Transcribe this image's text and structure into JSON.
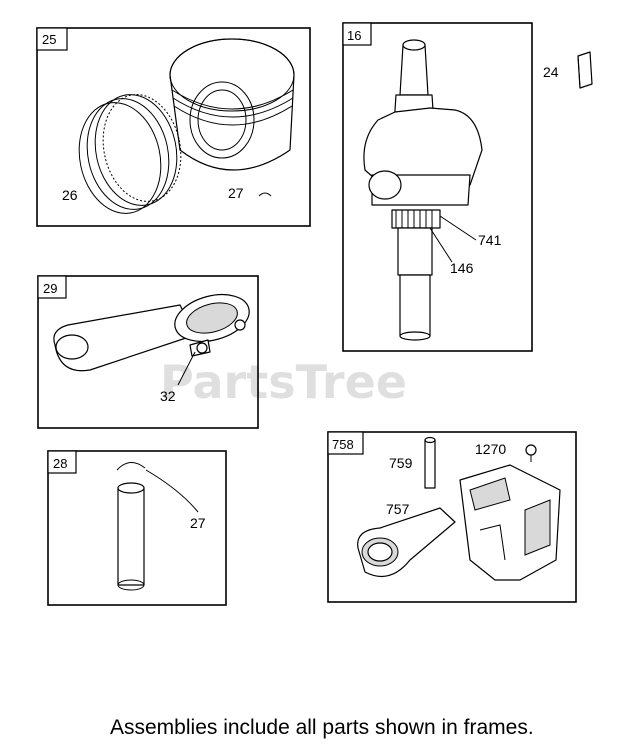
{
  "watermark": "PartsTree",
  "footer_note": "Assemblies include all parts shown in frames.",
  "frames": {
    "f25": {
      "tag": "25",
      "labels": {
        "rings": "26",
        "clip": "27"
      }
    },
    "f16": {
      "tag": "16",
      "labels": {
        "gear": "741",
        "shaft": "146"
      }
    },
    "part24": {
      "label": "24"
    },
    "f29": {
      "tag": "29",
      "labels": {
        "bolt": "32"
      }
    },
    "f28": {
      "tag": "28",
      "labels": {
        "clip": "27"
      }
    },
    "f758": {
      "tag": "758",
      "labels": {
        "pin": "759",
        "screw": "1270",
        "arm": "757"
      }
    }
  }
}
